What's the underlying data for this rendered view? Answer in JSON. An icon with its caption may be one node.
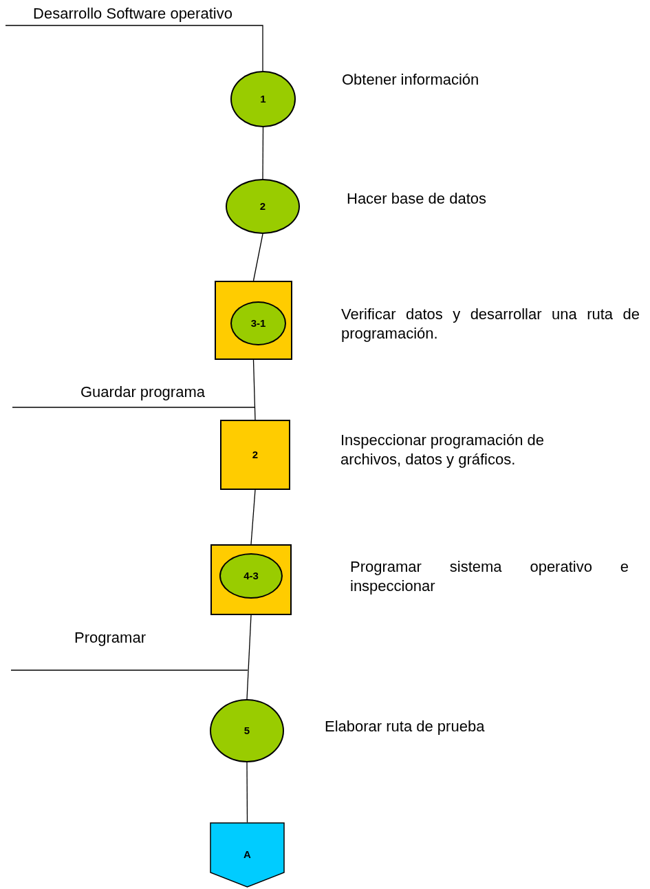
{
  "diagram": {
    "nodes": [
      {
        "text": [
          "Desarrollo Software operativo"
        ]
      },
      {
        "text": [
          "1"
        ],
        "beside": [
          "Obtener información"
        ]
      },
      {
        "text": [
          "2"
        ],
        "beside": [
          "Hacer base de datos"
        ]
      },
      {
        "text": [],
        "shape": "box",
        "beside": [
          "Verificar datos y desarrollar una ruta de programación."
        ]
      },
      {
        "text": [
          "3-1"
        ],
        "in": 3
      },
      {
        "text": [
          "Guardar programa"
        ]
      },
      {
        "text": [
          "2"
        ],
        "beside": [
          "Inspeccionar programación de archivos, datos y gráficos."
        ]
      },
      {
        "text": [],
        "shape": "box",
        "beside": [
          "Programar sistema operativo e inspeccionar"
        ]
      },
      {
        "text": [
          "4-3"
        ],
        "in": 7
      },
      {
        "text": [
          "Programar"
        ]
      },
      {
        "text": [
          "5"
        ],
        "beside": [
          "Elaborar ruta de prueba"
        ]
      },
      {
        "text": [
          "A"
        ]
      }
    ],
    "edges": [
      {
        "from": 0,
        "to": 1,
        "arrow": "none"
      },
      {
        "from": 1,
        "to": 2,
        "arrow": "none"
      },
      {
        "from": 2,
        "to": 3,
        "arrow": "none"
      },
      {
        "from": 3,
        "to": 6,
        "arrow": "none"
      },
      {
        "from": 5,
        "to": null,
        "arrow": "none"
      },
      {
        "from": 6,
        "to": 7,
        "arrow": "none"
      },
      {
        "from": 7,
        "to": 10,
        "arrow": "none"
      },
      {
        "from": 9,
        "to": null,
        "arrow": "none"
      },
      {
        "from": 10,
        "to": 11,
        "arrow": "none"
      }
    ]
  }
}
